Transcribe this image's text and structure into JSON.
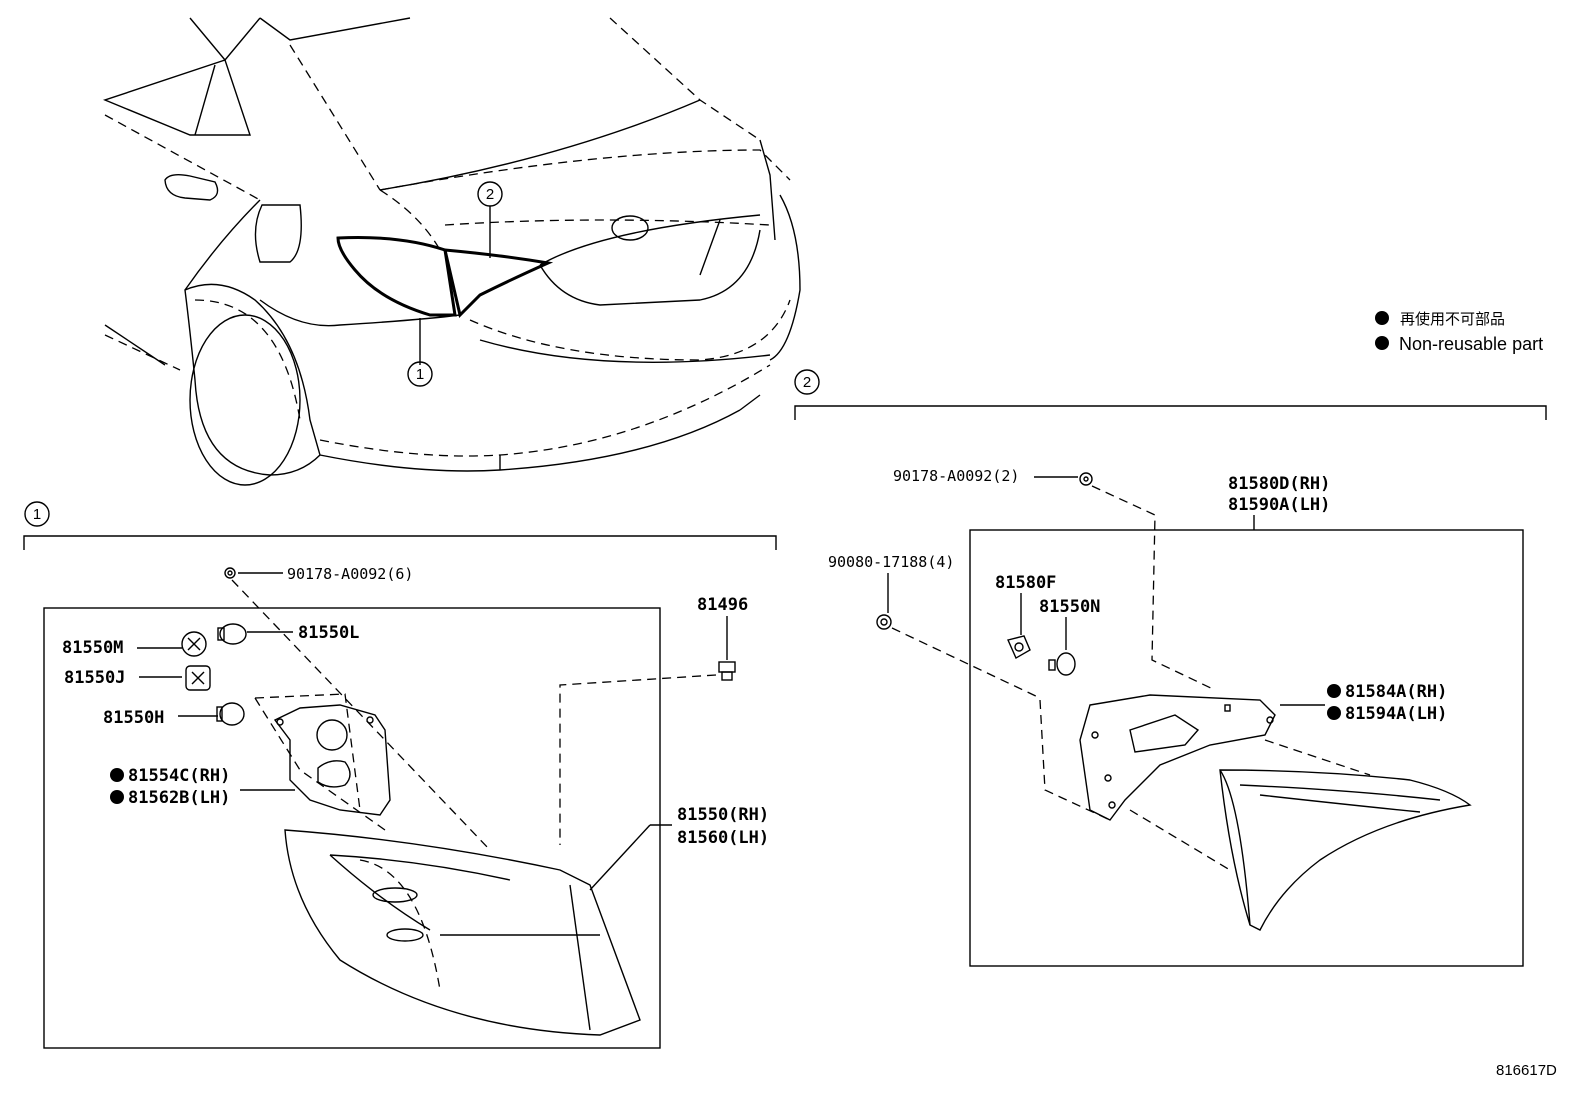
{
  "legend": {
    "non_reusable_jp": "再使用不可部品",
    "non_reusable_en": "Non-reusable part"
  },
  "callouts": {
    "one": "1",
    "two": "2"
  },
  "group1": {
    "marker": "1",
    "bolt": "90178-A0092(6)",
    "p81496": "81496",
    "p81550M": "81550M",
    "p81550L": "81550L",
    "p81550J": "81550J",
    "p81550H": "81550H",
    "p81554C": "81554C(RH)",
    "p81562B": "81562B(LH)",
    "lamp_rh": "81550(RH)",
    "lamp_lh": "81560(LH)"
  },
  "group2": {
    "marker": "2",
    "bolt": "90178-A0092(2)",
    "nut": "90080-17188(4)",
    "lamp_rh": "81580D(RH)",
    "lamp_lh": "81590A(LH)",
    "p81580F": "81580F",
    "p81550N": "81550N",
    "gasket_rh": "81584A(RH)",
    "gasket_lh": "81594A(LH)"
  },
  "diagram_code": "816617D"
}
